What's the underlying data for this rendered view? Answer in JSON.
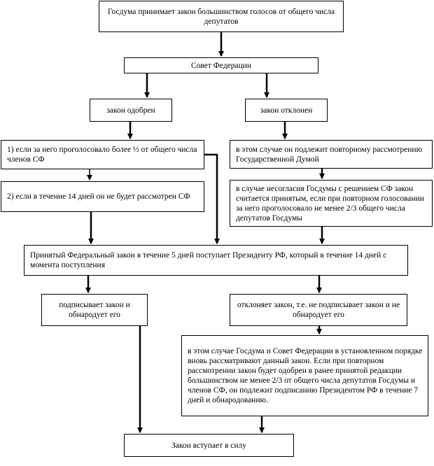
{
  "boxes": {
    "duma_adopts": "Госдума принимает закон большинством голосов от общего числа депутатов",
    "federation_council": "Совет Федерации",
    "approved": "закон одобрен",
    "rejected": "закон отклонен",
    "approved_cond1": "1) если за него проголосовало более ½ от общего числа членов СФ",
    "approved_cond2": "2) если в течение 14 дней он не будет рассмотрен СФ",
    "rejected_review": "в этом случае он подлежит повторному рассмотрению Государственной Думой",
    "rejected_override": "в случае несогласия Госдумы с  решением СФ закон считается принятым, если при повторном голосовании за него проголосовало не менее 2/3 общего числа депутатов Госдумы",
    "president_receives": "Принятый Федеральный закон в течение 5 дней поступает Президенту РФ, который в течение 14 дней с момента поступления",
    "signs": "подписывает закон и обнародует его",
    "veto": "отклоняет закон, т.е. не подписывает закон и не обнародует его",
    "veto_override": "в этом случае Госдума и Совет Федерации в установленном порядке вновь рассматривают данный закон. Если при повторном рассмотрении закон будет одобрен в ранее принятой редакции большинством не менее 2/3  от общего числа депутатов Госдумы и членов СФ, он подлежит подписанию Президентом РФ в течение 7 дней и обнародованию.",
    "enters_force": "Закон вступает в силу"
  }
}
